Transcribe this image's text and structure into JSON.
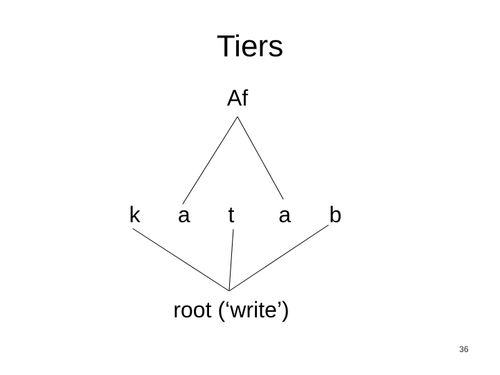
{
  "slide": {
    "title": "Tiers",
    "page_number": "36",
    "background_color": "#ffffff",
    "text_color": "#000000",
    "line_color": "#000000"
  },
  "tree": {
    "affix_label": "Af",
    "segments": [
      "k",
      "a",
      "t",
      "a",
      "b"
    ],
    "root_label": "root (‘write’)"
  }
}
